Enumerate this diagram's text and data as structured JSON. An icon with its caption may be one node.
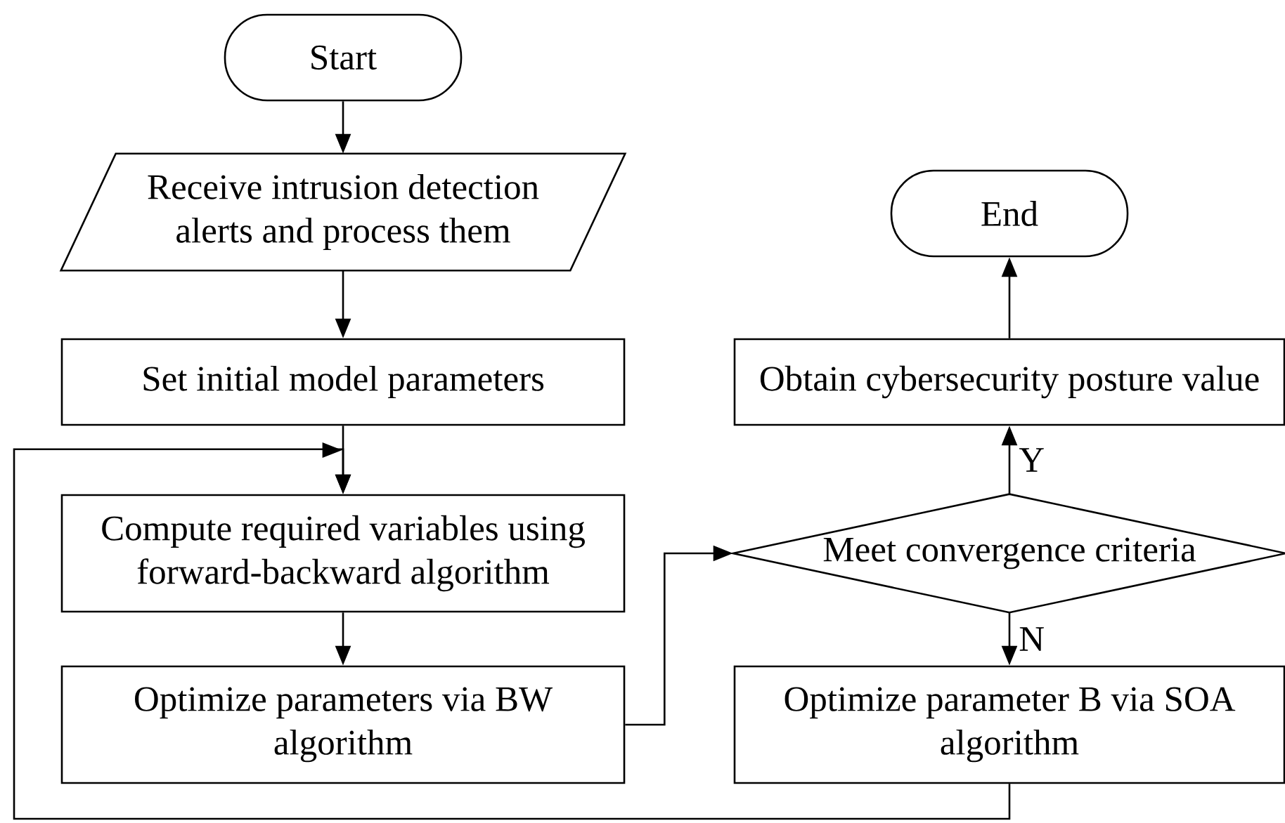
{
  "diagram": {
    "nodes": [
      {
        "text": [
          "Start"
        ]
      },
      {
        "text": [
          "Receive intrusion detection alerts and process them"
        ]
      },
      {
        "text": [
          "Set initial model parameters"
        ]
      },
      {
        "text": [
          "Compute required variables using forward-backward algorithm"
        ]
      },
      {
        "text": [
          "Optimize parameters via BW algorithm"
        ]
      },
      {
        "text": [
          "End"
        ]
      },
      {
        "text": [
          "Obtain cybersecurity posture value"
        ]
      },
      {
        "text": [
          "Meet convergence criteria"
        ]
      },
      {
        "text": [
          "Optimize parameter B via SOA algorithm"
        ]
      }
    ],
    "edges": [
      {
        "from": 0,
        "to": 1,
        "arrow": "to"
      },
      {
        "from": 1,
        "to": 2,
        "arrow": "to"
      },
      {
        "from": 2,
        "to": 3,
        "arrow": "to"
      },
      {
        "from": 3,
        "to": 4,
        "arrow": "to"
      },
      {
        "from": 4,
        "to": 7,
        "arrow": "to"
      },
      {
        "from": 7,
        "to": 6,
        "arrow": "to",
        "label": "Y"
      },
      {
        "from": 7,
        "to": 8,
        "arrow": "to",
        "label": "N"
      },
      {
        "from": 6,
        "to": 5,
        "arrow": "to"
      },
      {
        "from": 8,
        "to": 3,
        "arrow": "to"
      }
    ]
  }
}
